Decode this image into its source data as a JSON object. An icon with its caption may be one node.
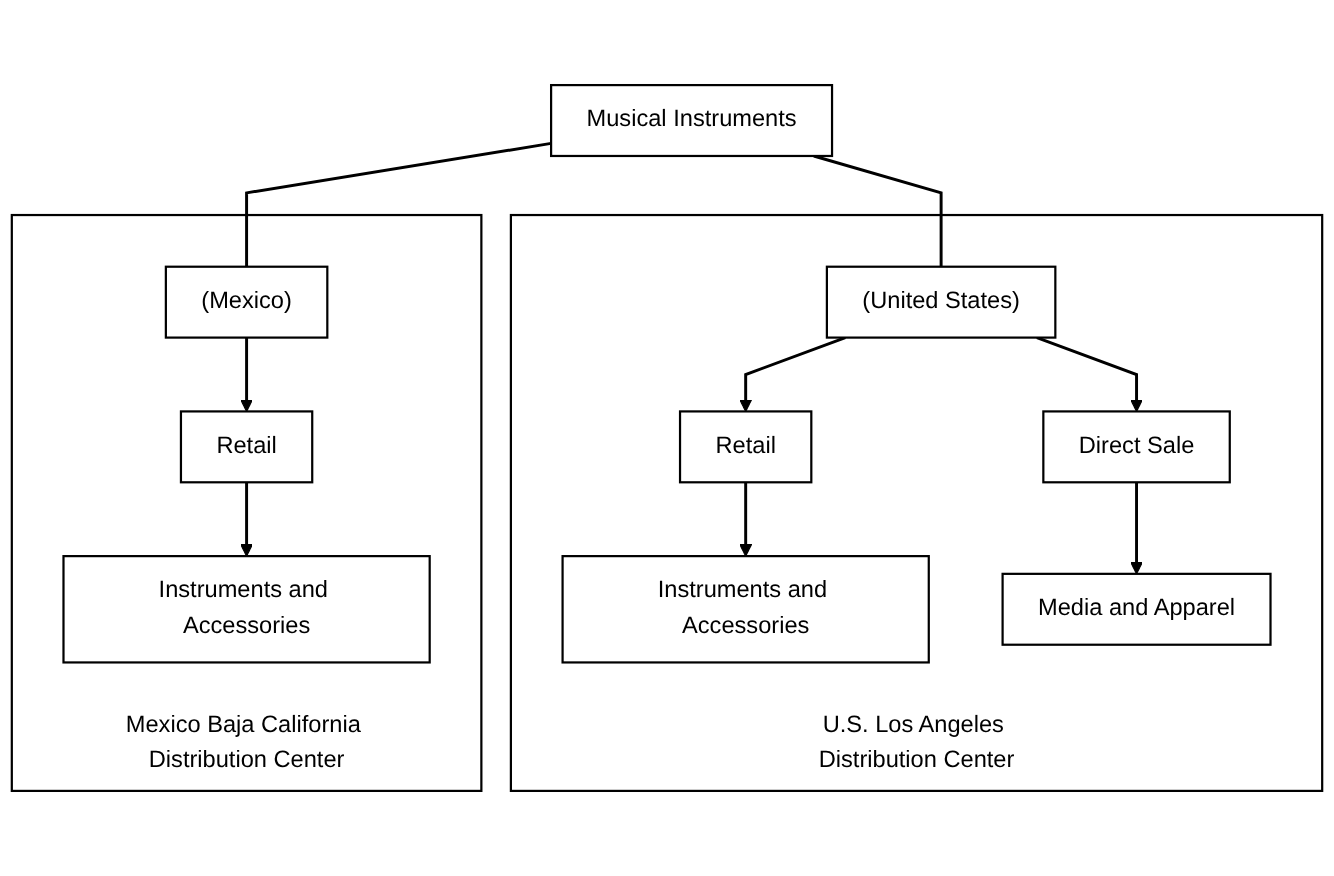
{
  "diagram": {
    "nodes": [
      {
        "text": [
          "Musical Instruments"
        ]
      },
      {
        "text": [
          "U.S. Los Angeles Distribution Center"
        ]
      },
      {
        "text": [
          "(United States)"
        ],
        "in": 1
      },
      {
        "text": [
          "Retail"
        ],
        "in": 1
      },
      {
        "text": [
          "Direct Sale"
        ],
        "in": 1
      },
      {
        "text": [
          "Instruments and Accessories"
        ],
        "in": 1
      },
      {
        "text": [
          "Media and Apparel"
        ],
        "in": 1
      },
      {
        "text": [
          "Mexico Baja California Distribution Center"
        ]
      },
      {
        "text": [
          "(Mexico)"
        ],
        "in": 7
      },
      {
        "text": [
          "Retail"
        ],
        "in": 7
      },
      {
        "text": [
          "Instruments and Accessories"
        ],
        "in": 7
      }
    ],
    "edges": [
      {
        "from": 0,
        "to": 2,
        "arrow": "none"
      },
      {
        "from": 0,
        "to": 8,
        "arrow": "none"
      },
      {
        "from": 2,
        "to": 3,
        "arrow": "to"
      },
      {
        "from": 2,
        "to": 4,
        "arrow": "to"
      },
      {
        "from": 3,
        "to": 5,
        "arrow": "to"
      },
      {
        "from": 4,
        "to": 6,
        "arrow": "to"
      },
      {
        "from": 8,
        "to": 9,
        "arrow": "to"
      },
      {
        "from": 9,
        "to": 10,
        "arrow": "to"
      }
    ]
  }
}
